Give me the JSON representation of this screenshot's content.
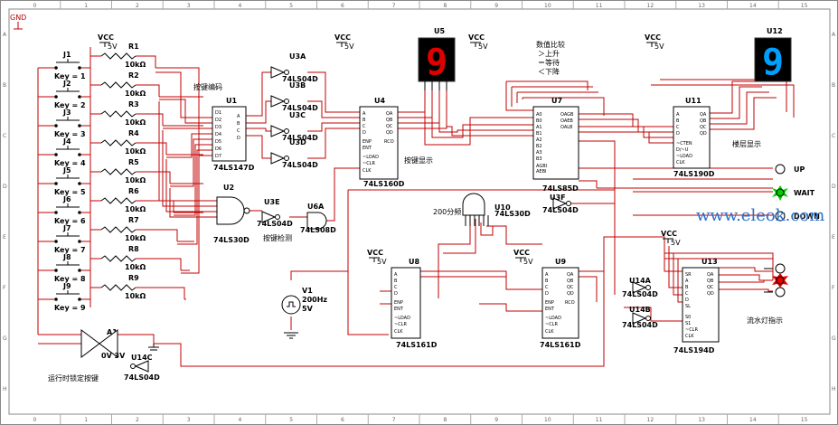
{
  "gnd_label": "GND",
  "vcc_label": "VCC",
  "v5_label": "5V",
  "rulers": {
    "cols": [
      "0",
      "1",
      "2",
      "3",
      "4",
      "5",
      "6",
      "7",
      "8",
      "9",
      "10",
      "11",
      "12",
      "13",
      "14",
      "15"
    ],
    "rows": [
      "A",
      "B",
      "C",
      "D",
      "E",
      "F",
      "G",
      "H"
    ]
  },
  "switches": [
    {
      "ref": "J1",
      "key": "Key = 1"
    },
    {
      "ref": "J2",
      "key": "Key = 2"
    },
    {
      "ref": "J3",
      "key": "Key = 3"
    },
    {
      "ref": "J4",
      "key": "Key = 4"
    },
    {
      "ref": "J5",
      "key": "Key = 5"
    },
    {
      "ref": "J6",
      "key": "Key = 6"
    },
    {
      "ref": "J7",
      "key": "Key = 7"
    },
    {
      "ref": "J8",
      "key": "Key = 8"
    },
    {
      "ref": "J9",
      "key": "Key = 9"
    }
  ],
  "resistors": [
    {
      "ref": "R1",
      "value": "10kΩ"
    },
    {
      "ref": "R2",
      "value": "10kΩ"
    },
    {
      "ref": "R3",
      "value": "10kΩ"
    },
    {
      "ref": "R4",
      "value": "10kΩ"
    },
    {
      "ref": "R5",
      "value": "10kΩ"
    },
    {
      "ref": "R6",
      "value": "10kΩ"
    },
    {
      "ref": "R7",
      "value": "10kΩ"
    },
    {
      "ref": "R8",
      "value": "10kΩ"
    },
    {
      "ref": "R9",
      "value": "10kΩ"
    }
  ],
  "chips": {
    "u1": {
      "ref": "U1",
      "part": "74LS147D"
    },
    "u2": {
      "ref": "U2",
      "part": "74LS30D"
    },
    "u4": {
      "ref": "U4",
      "part": "74LS160D"
    },
    "u7": {
      "ref": "U7",
      "part": "74LS85D"
    },
    "u11": {
      "ref": "U11",
      "part": "74LS190D"
    },
    "u8": {
      "ref": "U8",
      "part": "74LS161D"
    },
    "u9": {
      "ref": "U9",
      "part": "74LS161D"
    },
    "u13": {
      "ref": "U13",
      "part": "74LS194D"
    },
    "u10": {
      "ref": "U10",
      "part": "74LS30D"
    },
    "u6a": {
      "ref": "U6A",
      "part": "74LS08D"
    }
  },
  "inverters": [
    {
      "ref": "U3A",
      "part": "74LS04D"
    },
    {
      "ref": "U3B",
      "part": "74LS04D"
    },
    {
      "ref": "U3C",
      "part": "74LS04D"
    },
    {
      "ref": "U3D",
      "part": "74LS04D"
    },
    {
      "ref": "U3E",
      "part": "74LS04D"
    },
    {
      "ref": "U3F",
      "part": "74LS04D"
    },
    {
      "ref": "U14A",
      "part": "74LS04D"
    },
    {
      "ref": "U14B",
      "part": "74LS04D"
    },
    {
      "ref": "U14C",
      "part": "74LS04D"
    }
  ],
  "displays": {
    "u5": {
      "ref": "U5",
      "digit": "9",
      "color": "#e00000"
    },
    "u12": {
      "ref": "U12",
      "digit": "9",
      "color": "#00a0ff"
    }
  },
  "v1": {
    "ref": "V1",
    "freq": "200Hz",
    "volt": "5V"
  },
  "a1": {
    "ref": "A1",
    "v": "0V 3V"
  },
  "annotations": {
    "key_encode": "按键编码",
    "key_display": "按键显示",
    "key_detect": "按键检测",
    "compare_title": "数值比较",
    "compare_up": "＞上升",
    "compare_eq": "＝等待",
    "compare_down": "＜下降",
    "floor_display": "楼层显示",
    "divider": "200分频",
    "flow_light": "流水灯指示",
    "lock_keys": "运行时锁定按键"
  },
  "outputs": {
    "up": "UP",
    "wait": "WAIT",
    "down": "DOWN"
  },
  "watermark": "www.eleok.com",
  "colors": {
    "wire": "#c00000",
    "wait_led": "#00cc00",
    "red_led": "#e00000"
  }
}
